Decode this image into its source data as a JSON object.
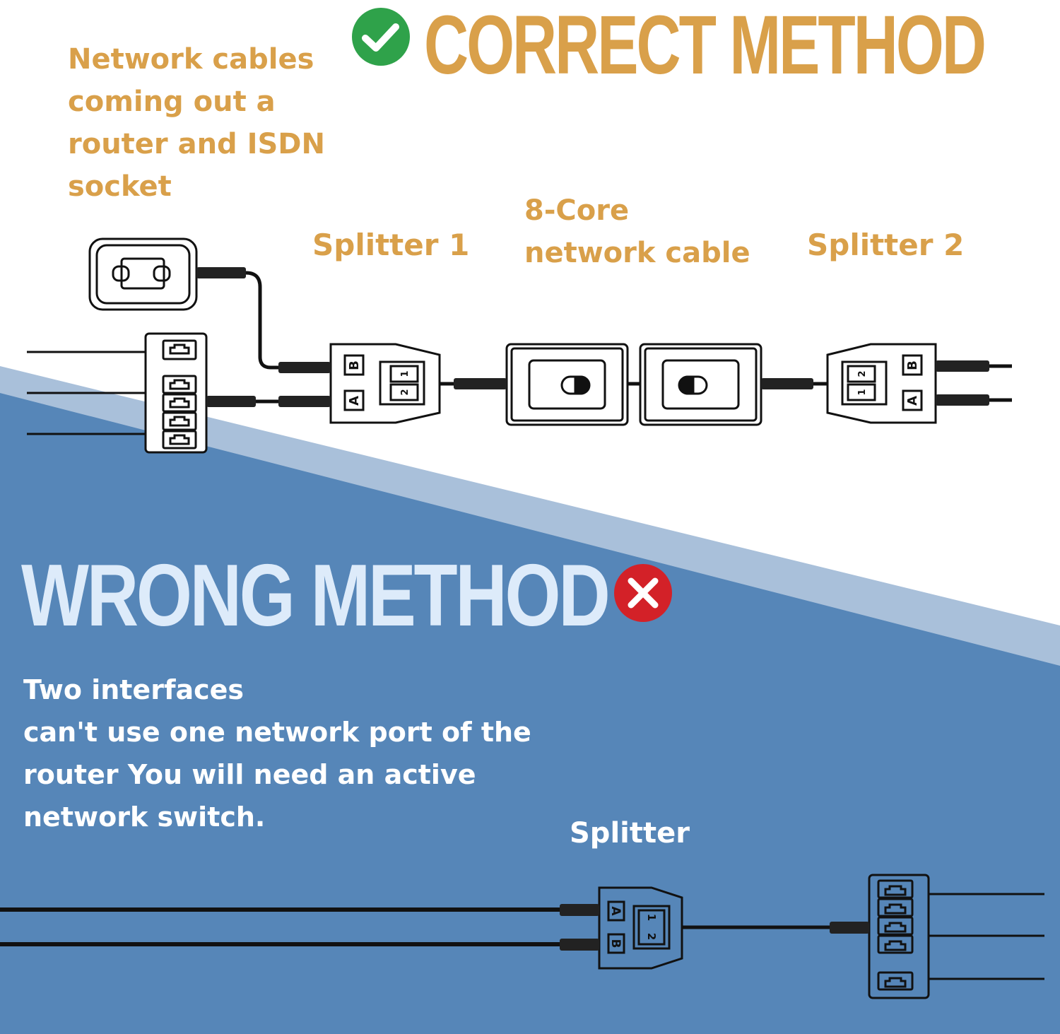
{
  "correct": {
    "title": "CORRECT METHOD",
    "intro_lines": [
      "Network cables",
      "coming out a",
      "router and ISDN",
      "socket"
    ],
    "splitter1_label": "Splitter 1",
    "core_cable_lines": [
      "8-Core",
      "network cable"
    ],
    "splitter2_label": "Splitter 2",
    "port_labels": {
      "a": "A",
      "b": "B",
      "one": "1",
      "two": "2"
    }
  },
  "wrong": {
    "title": "WRONG METHOD",
    "description_lines": [
      "Two interfaces",
      "can't use one network port of the",
      "router You will need an active",
      "network switch."
    ],
    "splitter_label": "Splitter",
    "port_labels": {
      "a": "A",
      "b": "B",
      "one": "1",
      "two": "2"
    }
  },
  "icons": {
    "correct": "check-circle-icon",
    "wrong": "x-circle-icon"
  },
  "colors": {
    "gold": "#D9A04A",
    "blue": "#5686B8",
    "light_blue_band": "#A9C0DA",
    "wrong_title": "#DDEBFA",
    "check_green": "#2FA24A",
    "cross_red": "#D32128"
  }
}
